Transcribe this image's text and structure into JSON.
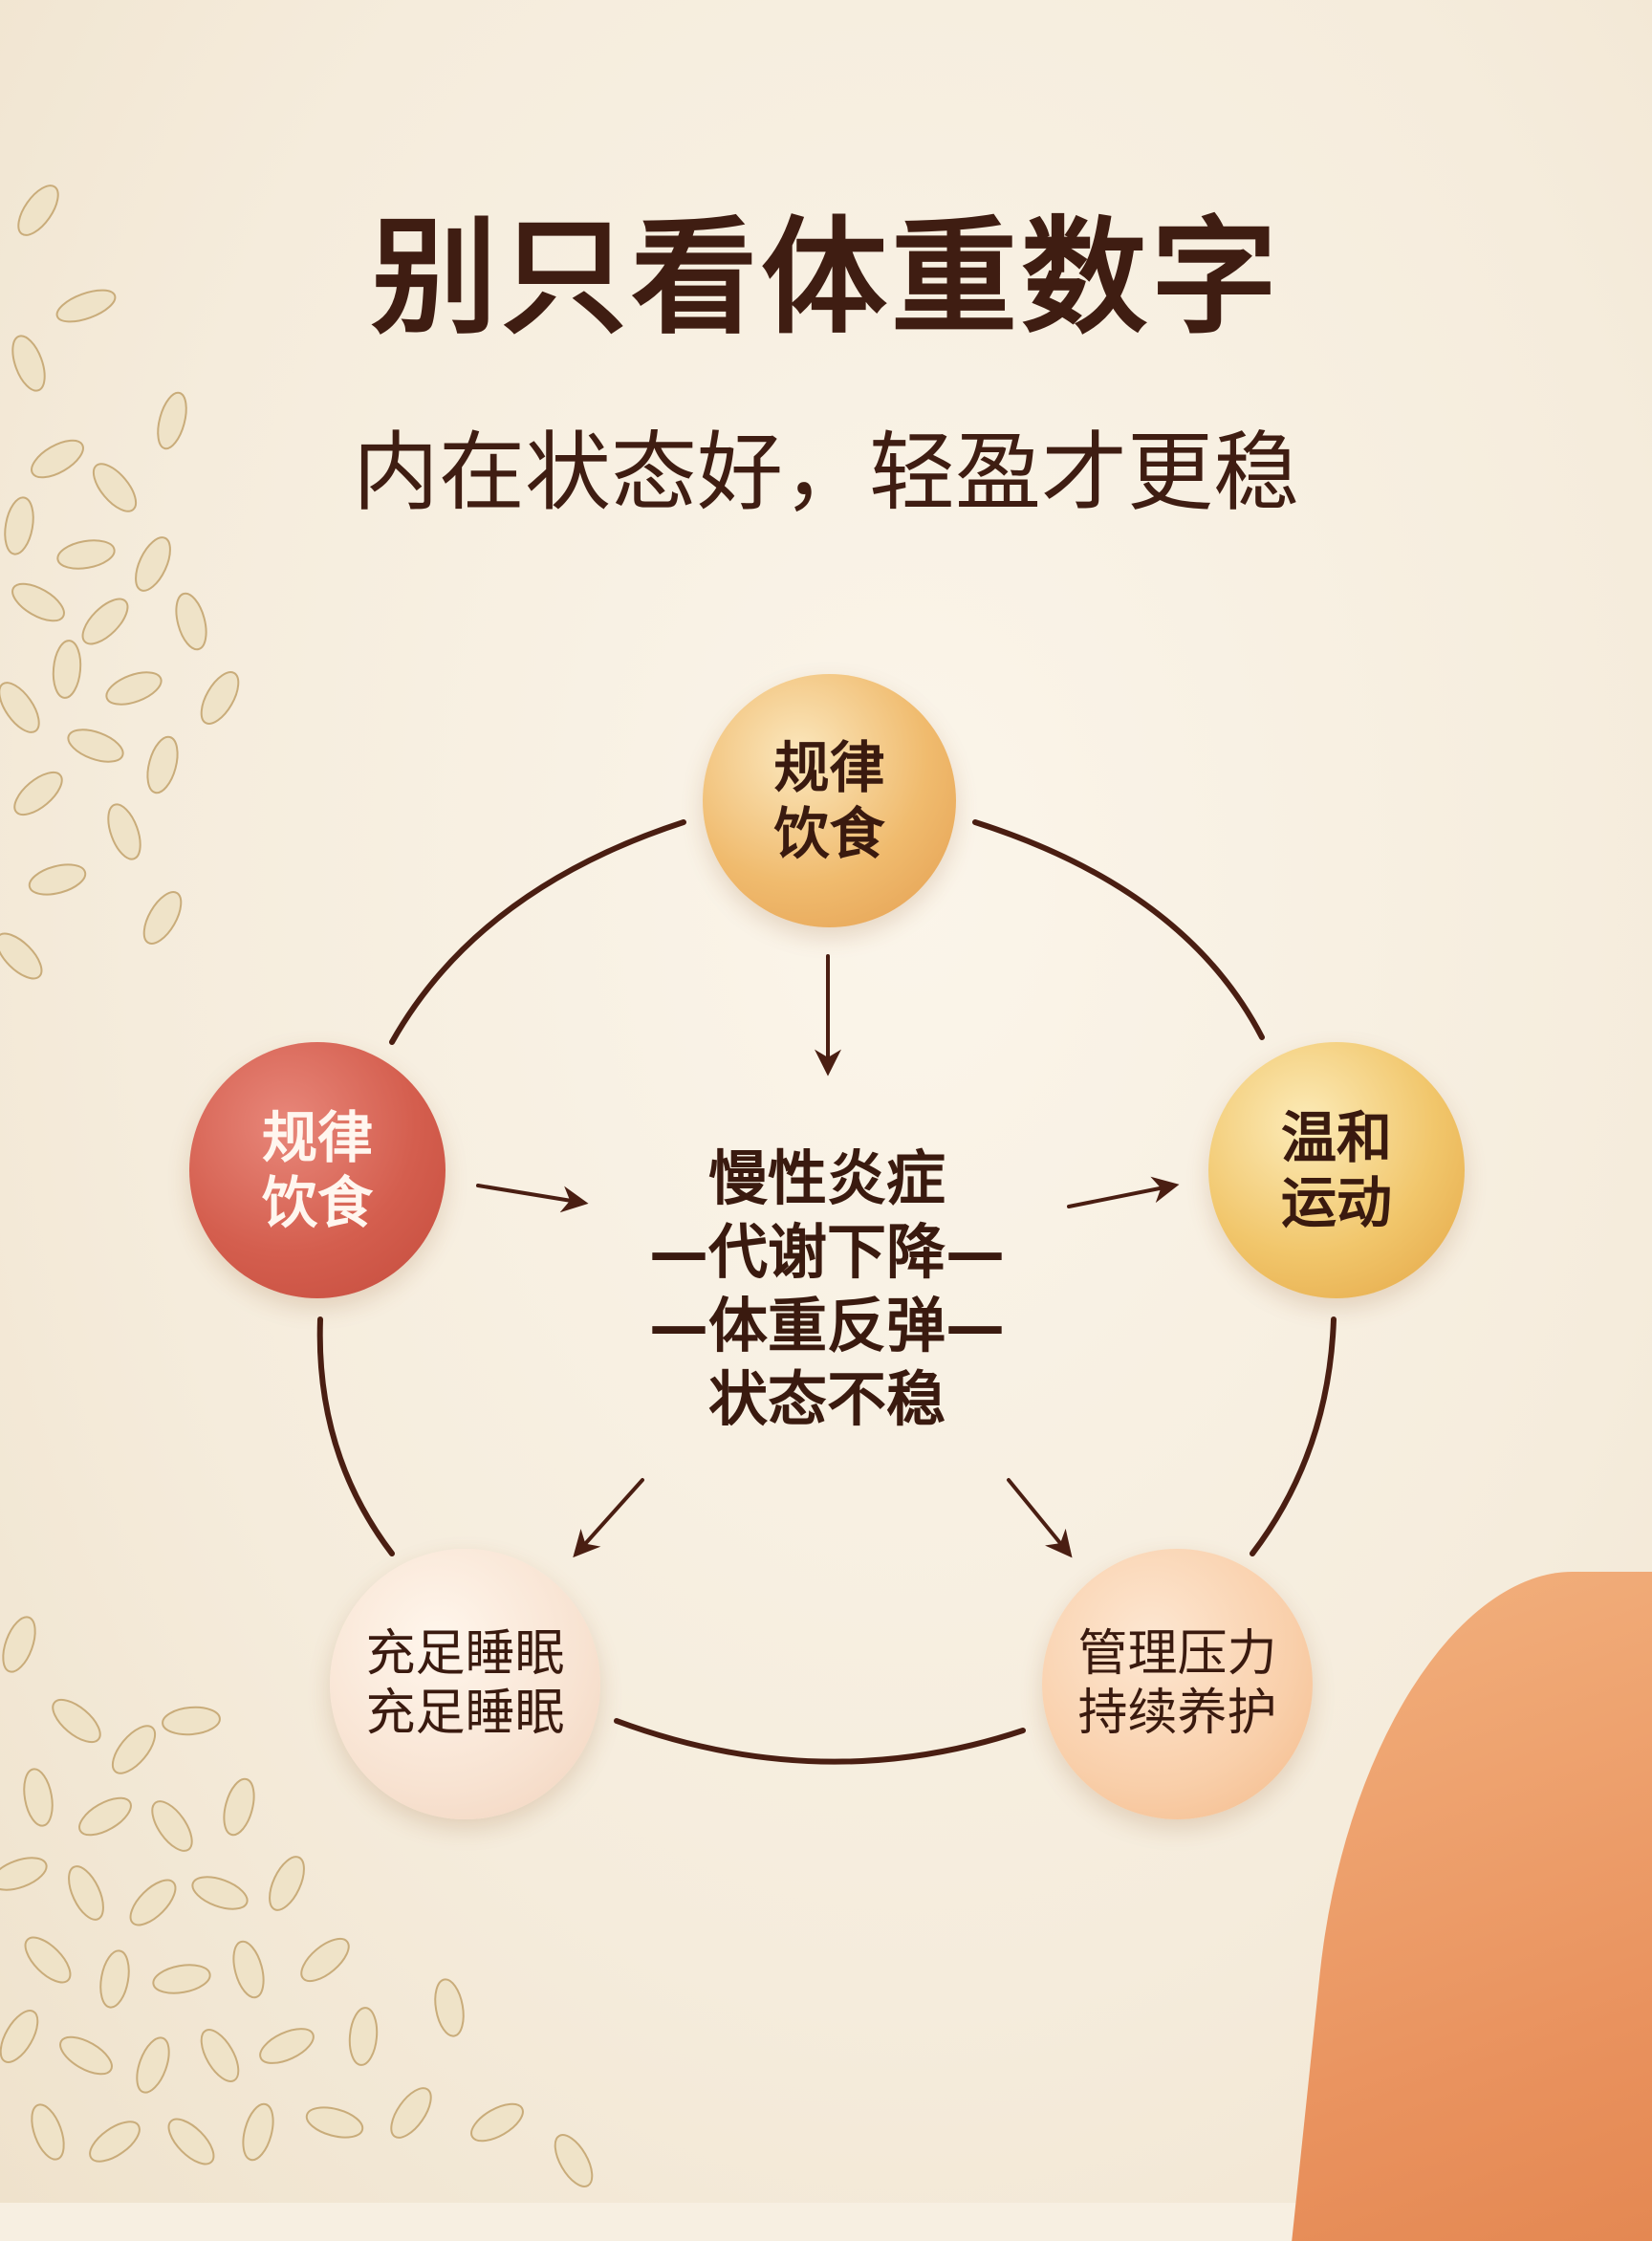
{
  "title": "别只看体重数字",
  "subtitle": "内在状态好，轻盈才更稳",
  "nodes": {
    "top": {
      "line1": "规律",
      "line2": "饮食"
    },
    "left": {
      "line1": "规律",
      "line2": "饮食"
    },
    "right": {
      "line1": "温和",
      "line2": "运动"
    },
    "bottom_left": {
      "line1": "充足睡眠",
      "line2": "充足睡眠"
    },
    "bottom_right": {
      "line1": "管理压力",
      "line2": "持续养护"
    }
  },
  "center": {
    "line1": "慢性炎症",
    "line2": "—代谢下降—",
    "line3": "—体重反弹—",
    "line4": "状态不稳"
  },
  "colors": {
    "text": "#3f1d12",
    "arrow": "#4a1e12",
    "accent_red": "#d45e4e",
    "accent_orange": "#e9925e"
  }
}
